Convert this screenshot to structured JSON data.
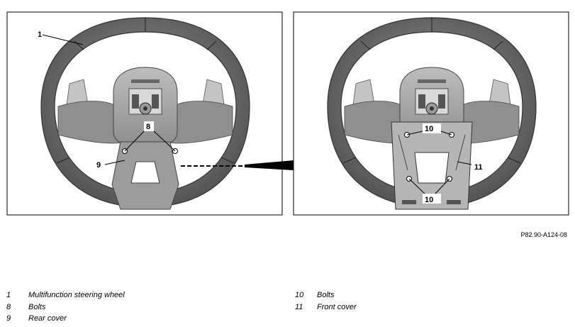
{
  "figure": {
    "reference_code": "P82.90-A124-08",
    "callouts": {
      "wheel": "1",
      "bolts_rear": "8",
      "rear_cover": "9",
      "bolts_front_upper": "10",
      "bolts_front_lower": "10",
      "front_cover": "11"
    }
  },
  "legend": {
    "left": [
      {
        "num": "1",
        "text": "Multifunction steering wheel"
      },
      {
        "num": "8",
        "text": "Bolts"
      },
      {
        "num": "9",
        "text": "Rear cover"
      }
    ],
    "right": [
      {
        "num": "10",
        "text": "Bolts"
      },
      {
        "num": "11",
        "text": "Front cover"
      }
    ]
  },
  "colors": {
    "rim": "#7a7a7a",
    "rim_edge": "#3a3a3a",
    "hub": "#a8a8a8",
    "paddle": "#b8b8b8",
    "frame": "#000000"
  }
}
